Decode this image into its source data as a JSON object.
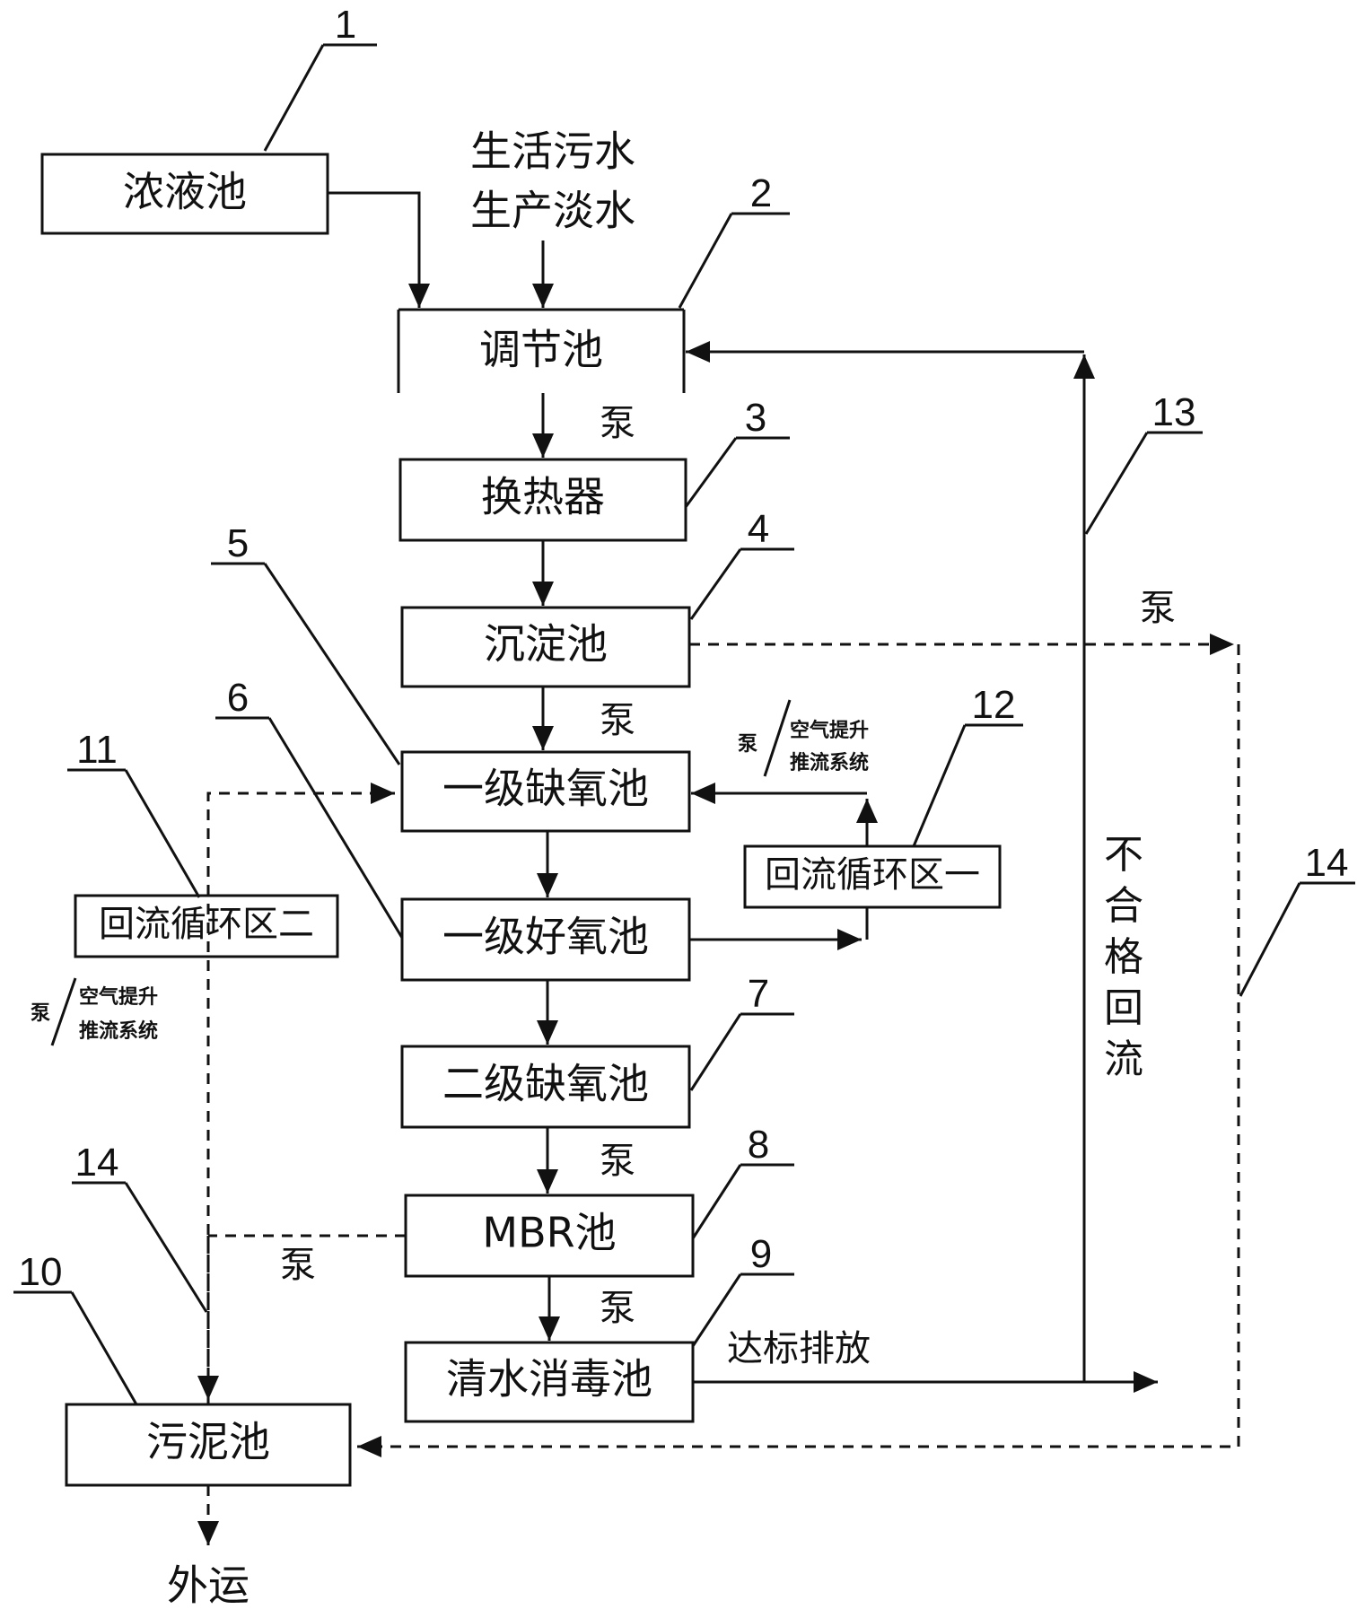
{
  "boxes": {
    "concentrate_tank": "浓液池",
    "regulating_tank": "调节池",
    "heat_exchanger": "换热器",
    "sedimentation_tank": "沉淀池",
    "anoxic_1": "一级缺氧池",
    "aerobic_1": "一级好氧池",
    "anoxic_2": "二级缺氧池",
    "mbr_tank": "MBR池",
    "clear_water_tank": "清水消毒池",
    "sludge_tank": "污泥池",
    "reflux_zone_1": "回流循环区一",
    "reflux_zone_2": "回流循环区二"
  },
  "inputs": {
    "domestic_sewage": "生活污水",
    "production_water": "生产淡水"
  },
  "annotations": {
    "pump": "泵",
    "pump_small": "泵",
    "air_lift_line1": "空气提升",
    "air_lift_line2": "推流系统",
    "discharge": "达标排放",
    "unqualified_return": [
      "不",
      "合",
      "格",
      "回",
      "流"
    ],
    "transport_out": "外运"
  },
  "numbers": {
    "n1": "1",
    "n2": "2",
    "n3": "3",
    "n4": "4",
    "n5": "5",
    "n6": "6",
    "n7": "7",
    "n8": "8",
    "n9": "9",
    "n10": "10",
    "n11": "11",
    "n12": "12",
    "n13": "13",
    "n14": "14"
  }
}
